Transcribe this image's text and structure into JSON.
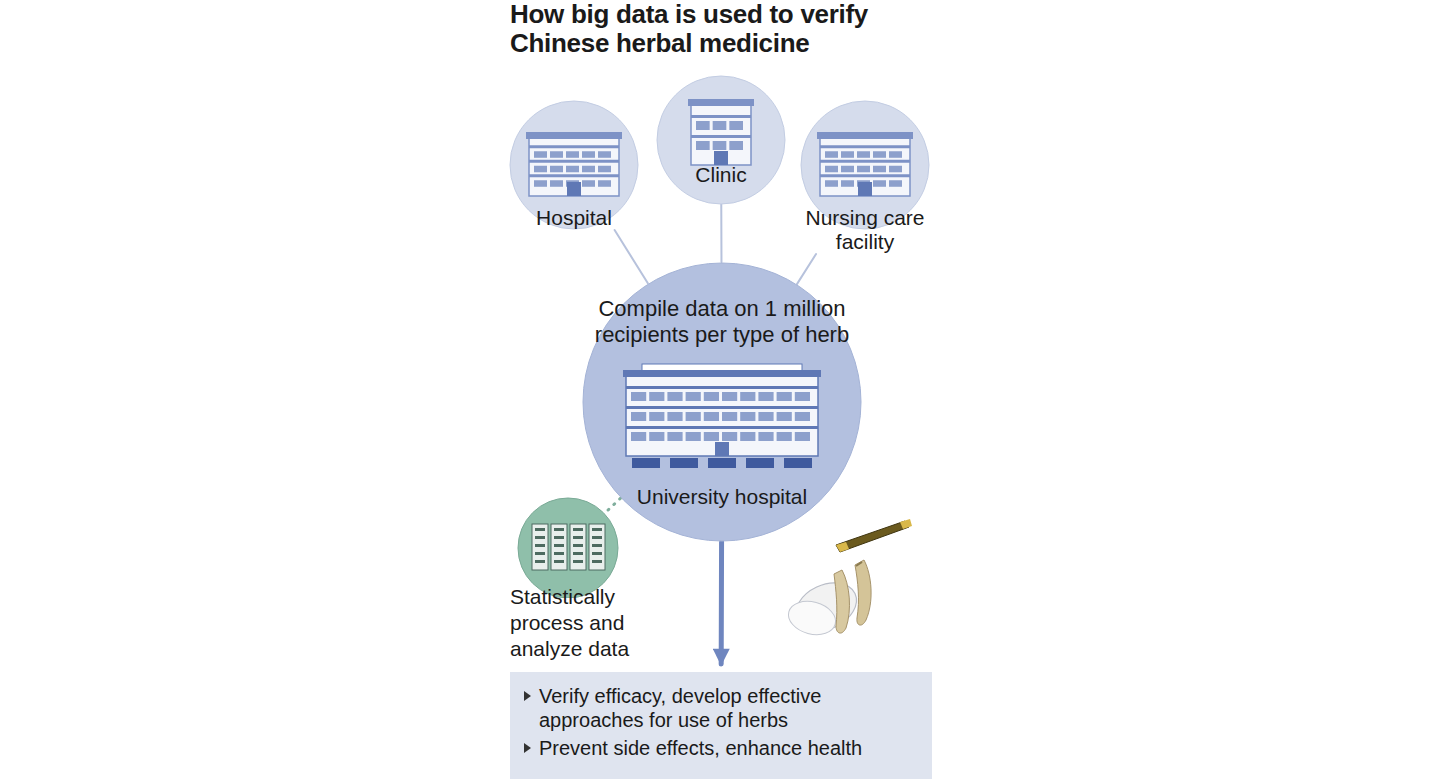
{
  "diagram": {
    "title": "How big data is used to verify Chinese herbal medicine",
    "nodes": [
      {
        "text": [
          "Hospital"
        ]
      },
      {
        "text": [
          "Clinic"
        ]
      },
      {
        "text": [
          "Nursing care facility"
        ]
      },
      {
        "text": [
          "Compile data on 1 million recipients per type of herb",
          "University hospital"
        ]
      },
      {
        "text": [
          "Statistically process and analyze data"
        ]
      },
      {
        "text": [
          "Verify efficacy, develop effective approaches for use of herbs",
          "Prevent side effects, enhance health"
        ]
      }
    ],
    "edges": [
      {
        "from": 0,
        "to": 3,
        "arrow": "none"
      },
      {
        "from": 1,
        "to": 3,
        "arrow": "none"
      },
      {
        "from": 2,
        "to": 3,
        "arrow": "none"
      },
      {
        "from": 3,
        "to": 4,
        "arrow": "none"
      },
      {
        "from": 3,
        "to": 5,
        "arrow": "to"
      }
    ]
  }
}
